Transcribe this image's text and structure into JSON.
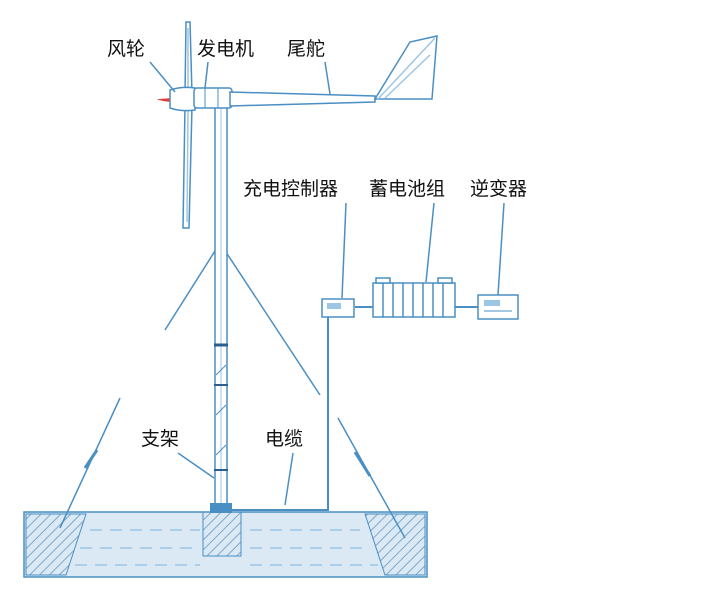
{
  "labels": {
    "rotor": "风轮",
    "generator": "发电机",
    "tail_vane": "尾舵",
    "charge_controller": "充电控制器",
    "battery_bank": "蓄电池组",
    "inverter": "逆变器",
    "support": "支架",
    "cable": "电缆"
  },
  "colors": {
    "line": "#4a8fc4",
    "line_light": "#9cc6e4",
    "ground_fill": "#dbe9f5",
    "hatch": "#7fa8c9",
    "nose": "#e23b3b"
  }
}
